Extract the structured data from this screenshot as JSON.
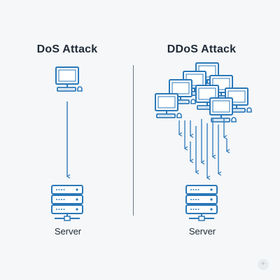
{
  "diagram": {
    "left": {
      "title": "DoS Attack",
      "server_label": "Server"
    },
    "right": {
      "title": "DDoS Attack",
      "server_label": "Server"
    },
    "colors": {
      "stroke": "#2b78b8",
      "fill": "#ffffff",
      "text": "#1e2a36"
    },
    "watermark": "✦"
  }
}
